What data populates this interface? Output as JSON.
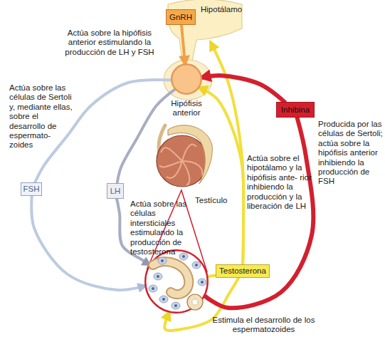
{
  "diagram": {
    "nodes": [
      {
        "text": [
          "Hipotálamo"
        ]
      },
      {
        "text": [
          "GnRH"
        ],
        "in": 0
      },
      {
        "text": [
          "Hipófisis anterior"
        ]
      },
      {
        "text": [
          "Inhibina"
        ]
      },
      {
        "text": [
          "FSH"
        ]
      },
      {
        "text": [
          "LH"
        ]
      },
      {
        "text": [
          "Testículo"
        ]
      },
      {
        "text": [
          "Testosterona"
        ]
      },
      {
        "text": []
      }
    ],
    "edges": [
      {
        "from": 1,
        "to": 2,
        "arrow": "to"
      },
      {
        "from": 2,
        "to": 4,
        "arrow": "none"
      },
      {
        "from": 4,
        "to": 8,
        "arrow": "to"
      },
      {
        "from": 2,
        "to": 5,
        "arrow": "none"
      },
      {
        "from": 5,
        "to": 8,
        "arrow": "to"
      },
      {
        "from": 8,
        "to": 7,
        "arrow": "none"
      },
      {
        "from": 7,
        "to": 0,
        "arrow": "to"
      },
      {
        "from": 7,
        "to": 2,
        "arrow": "to"
      },
      {
        "from": 7,
        "to": 8,
        "arrow": "to"
      },
      {
        "from": 8,
        "to": 3,
        "arrow": "none"
      },
      {
        "from": 3,
        "to": 2,
        "arrow": "to"
      },
      {
        "from": 6,
        "to": 8,
        "arrow": "none"
      }
    ],
    "labels": [
      "Actúa sobre la hipófisis anterior estimulando la producción de LH y FSH",
      "Actúa sobre las células de Sertoli y, mediante ellas, sobre el desarrollo de espermato- zoides",
      "Producida por las células de Sertoli; actúa sobre la hipófisis anterior inhibiendo la producción de FSH",
      "Actúa sobre el hipotálamo y la hipófisis ante- rior inhibiendo la producción y la liberación de LH",
      "Actúa sobre las células intersticiales estimulando la producción de testosterona",
      "Estimula el desarrollo de los espermatozoides"
    ]
  }
}
